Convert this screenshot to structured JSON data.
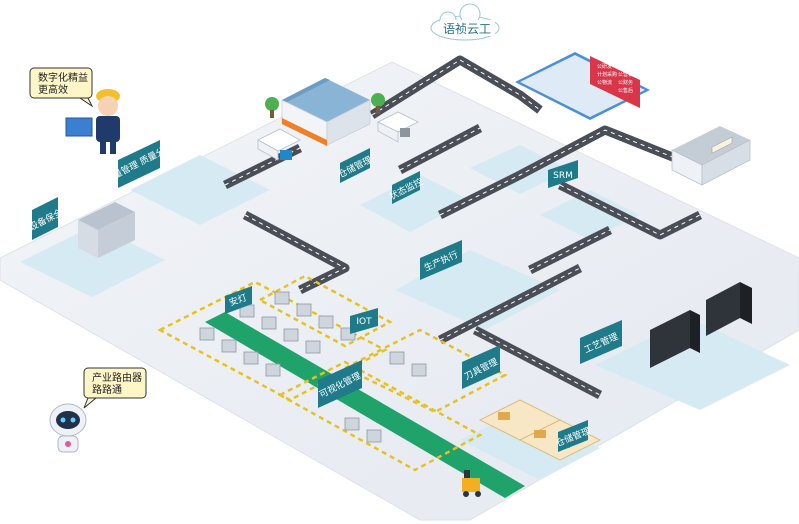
{
  "cloud": {
    "label": "语祯云工"
  },
  "bubbles": {
    "worker": {
      "line1": "数字化精益",
      "line2": "更高效"
    },
    "robot": {
      "line1": "产业路由器",
      "line2": "路路通"
    }
  },
  "signs": {
    "equipment": "设备保全",
    "quality": "质量管理 质量分析",
    "warehouse": "仓储管理",
    "status": "状态监控",
    "srm": "SRM",
    "production": "生产执行",
    "andon": "安灯",
    "iot": "IOT",
    "visual": "可视化管理",
    "tooling": "刀具管理",
    "process": "工艺管理",
    "storage": "仓储管理"
  },
  "screen": {
    "lines": [
      "公研发",
      "计划采购",
      "公物流",
      "公营销",
      "公财务",
      "公售后"
    ]
  },
  "colors": {
    "teal_sign": "#1f7b8a",
    "floor": "#e9edf3",
    "floor_zone": "#d8ecf4",
    "road": "#4a4f57",
    "green_strip": "#1fa36b",
    "screen_red": "#d9364a"
  }
}
